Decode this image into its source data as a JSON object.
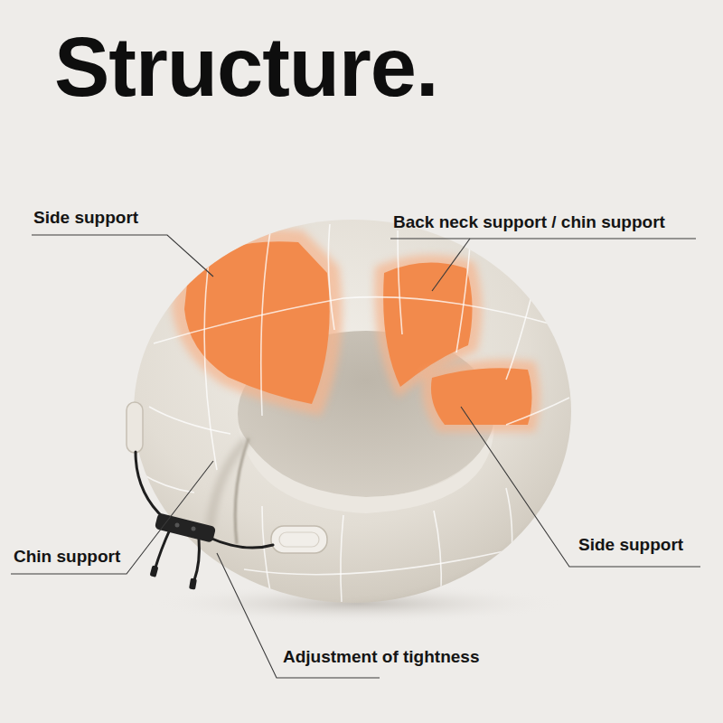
{
  "diagram": {
    "title": "Structure.",
    "labels": [
      "Side support",
      "Back neck support / chin support",
      "Chin support",
      "Side support",
      "Adjustment of tightness"
    ]
  }
}
